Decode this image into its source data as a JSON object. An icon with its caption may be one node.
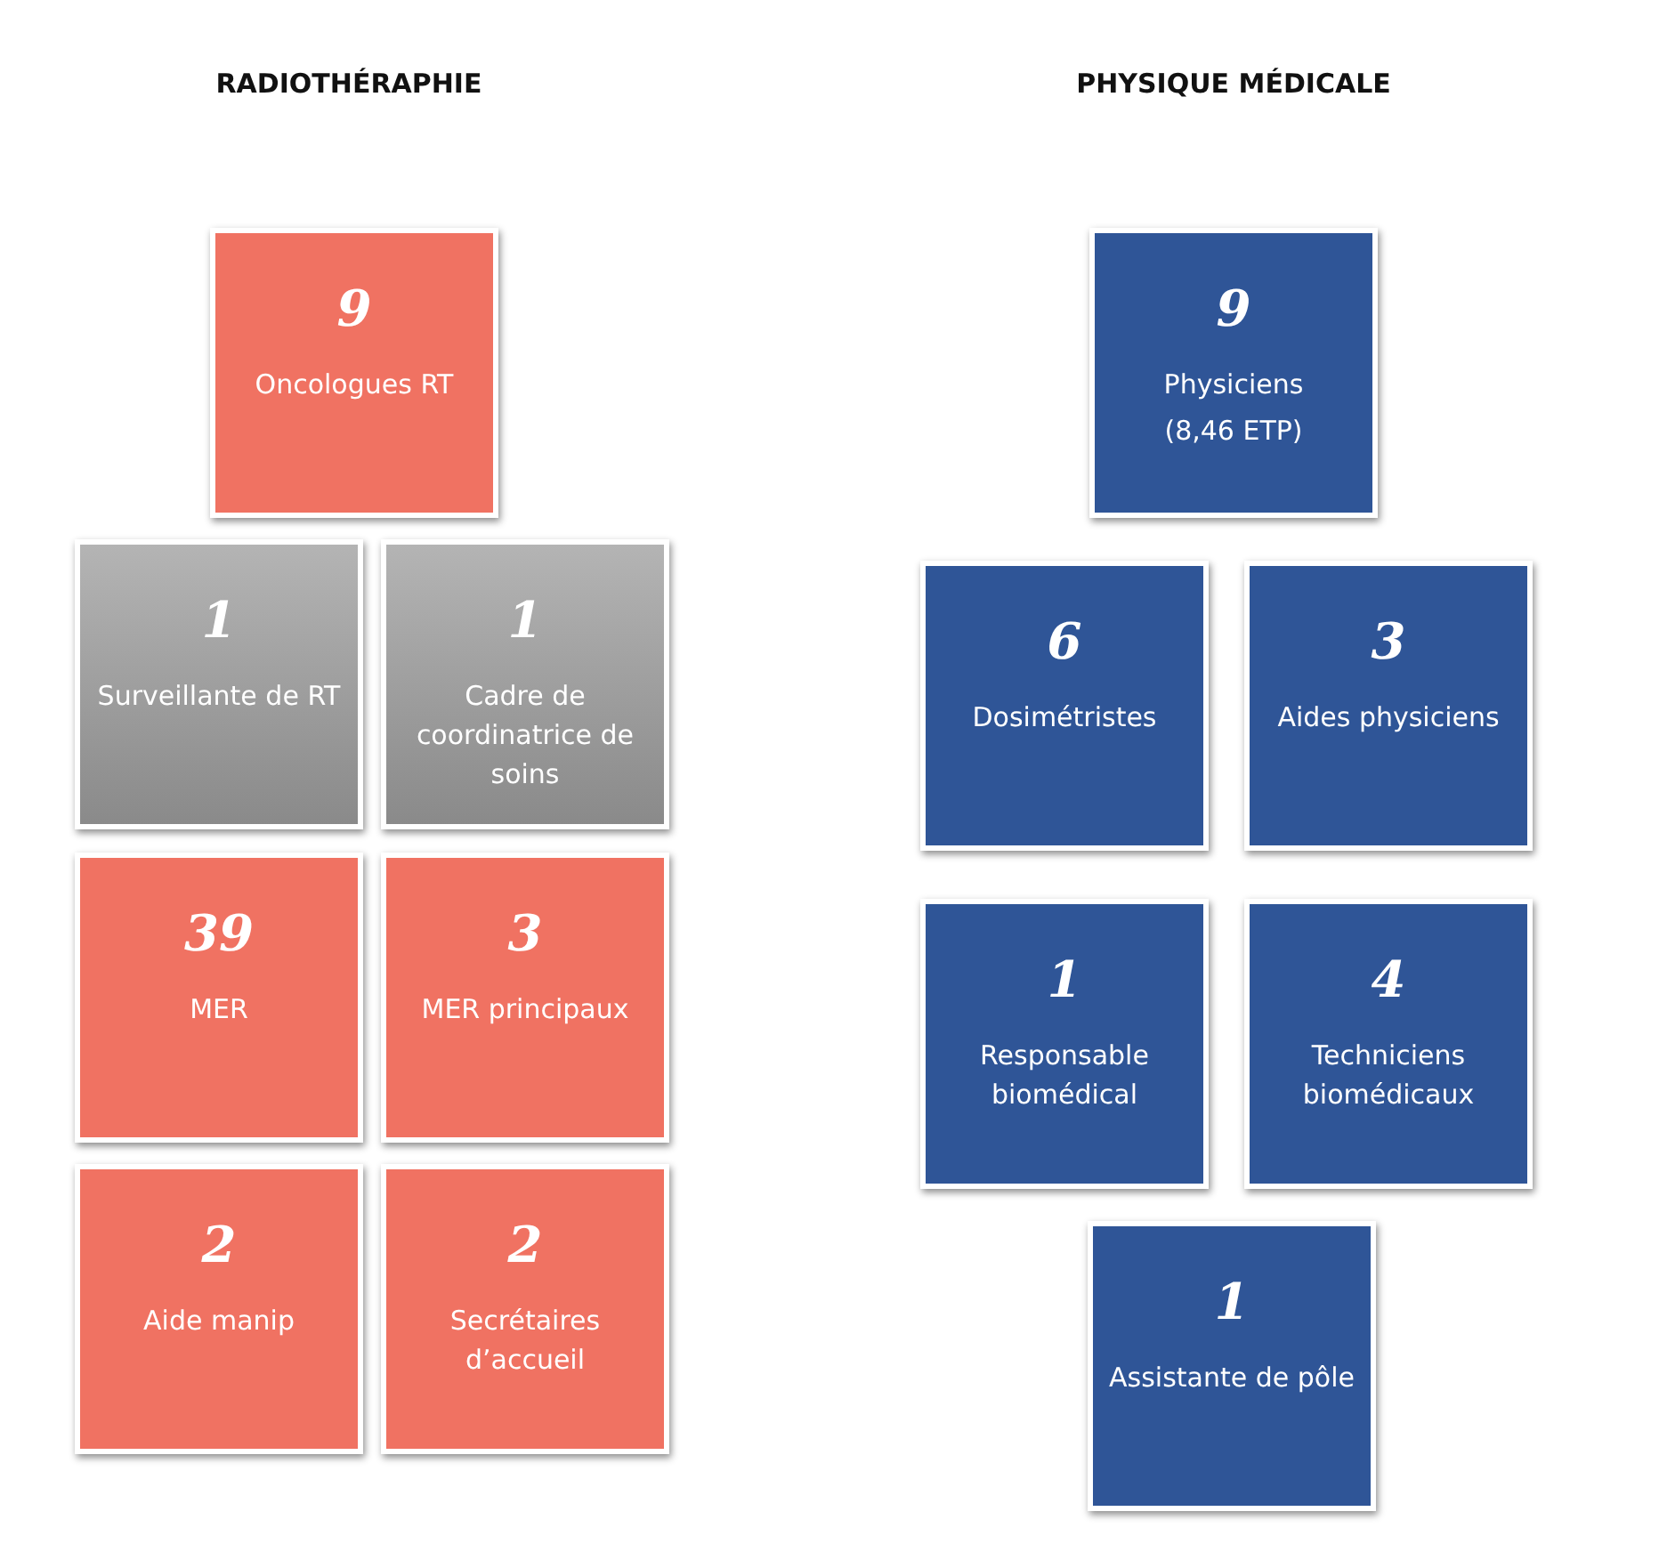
{
  "diagram": {
    "nodes": [
      {
        "text": [
          "9",
          "Oncologues RT"
        ]
      },
      {
        "text": [
          "1",
          "Surveillante de RT"
        ]
      },
      {
        "text": [
          "1",
          "Cadre de coordinatrice de soins"
        ]
      },
      {
        "text": [
          "39",
          "MER"
        ]
      },
      {
        "text": [
          "3",
          "MER principaux"
        ]
      },
      {
        "text": [
          "2",
          "Aide manip"
        ]
      },
      {
        "text": [
          "2",
          "Secrétaires d’accueil"
        ]
      },
      {
        "text": [
          "9",
          "Physiciens",
          "(8,46 ETP)"
        ]
      },
      {
        "text": [
          "6",
          "Dosimétristes"
        ]
      },
      {
        "text": [
          "3",
          "Aides physiciens"
        ]
      },
      {
        "text": [
          "1",
          "Responsable biomédical"
        ]
      },
      {
        "text": [
          "4",
          "Techniciens biomédicaux"
        ]
      },
      {
        "text": [
          "1",
          "Assistante de pôle"
        ]
      }
    ],
    "labels": [
      "RADIOTHÉRAPHIE",
      "PHYSIQUE MÉDICALE"
    ]
  }
}
